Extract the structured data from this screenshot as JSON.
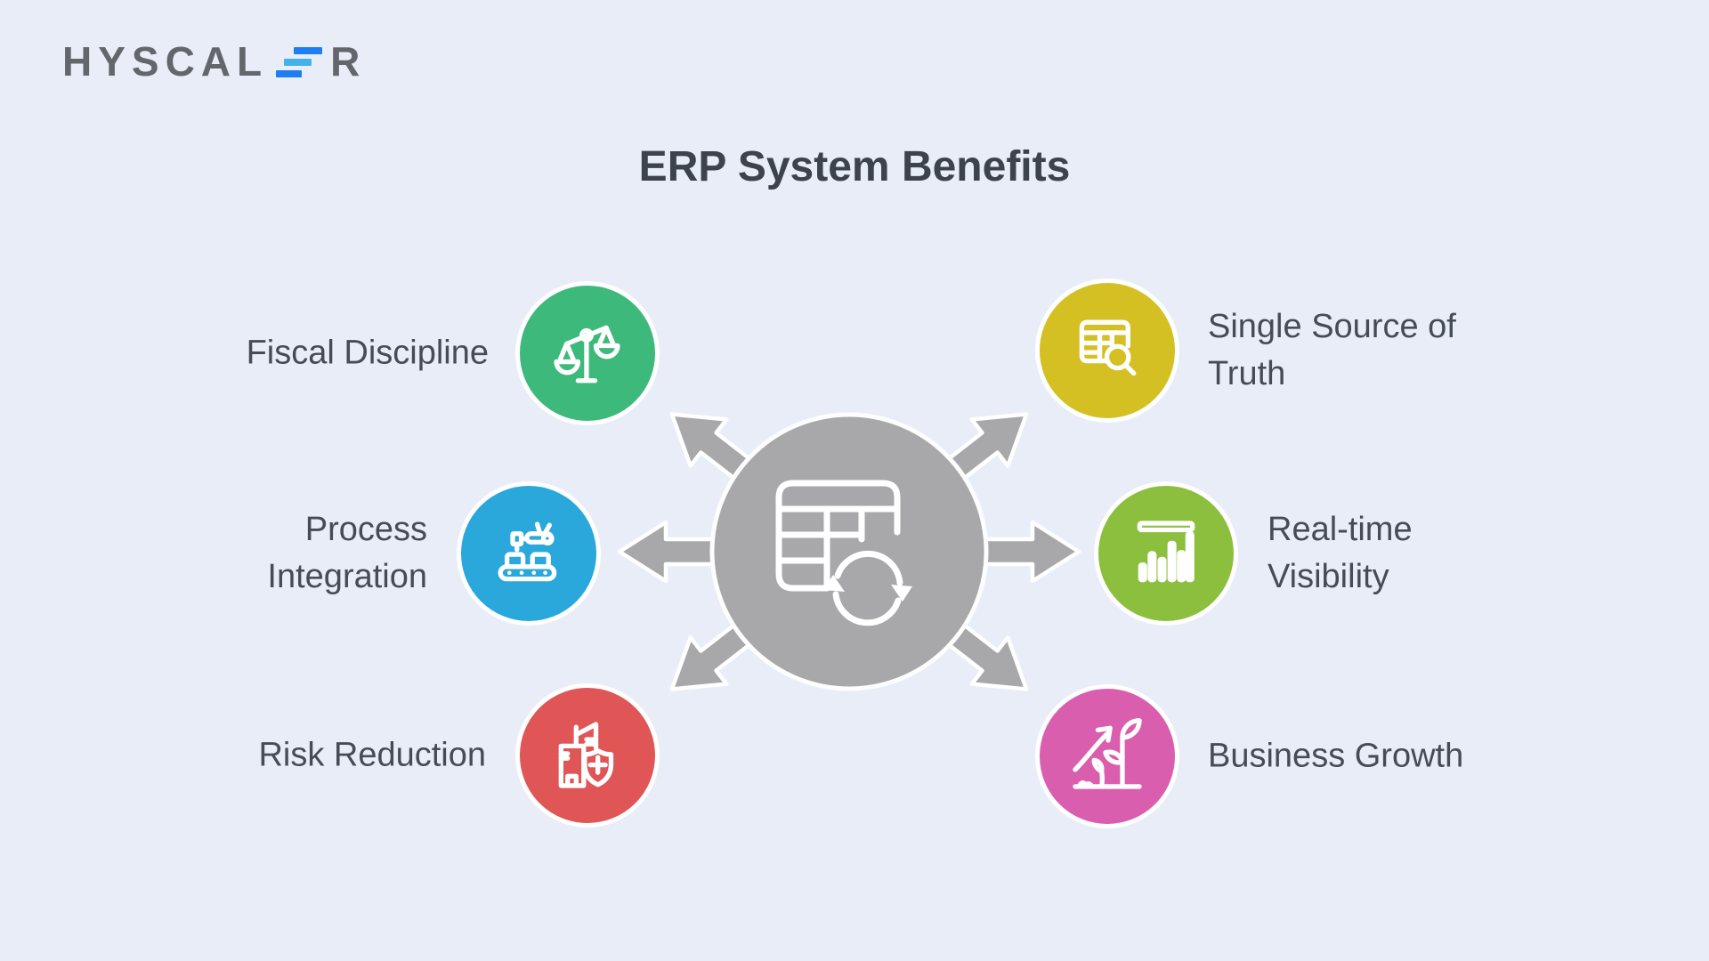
{
  "logo": {
    "part1": "HYSCAL",
    "part2": "R",
    "full_text": "HYSCALER",
    "letter_color": "#63676c",
    "bar_blue": "#1d7df2",
    "bar_cyan": "#46b0e8"
  },
  "title": "ERP System Benefits",
  "background_color": "#e9edf8",
  "text_color": "#464c55",
  "center": {
    "name": "erp-core",
    "icon": "table-sync-icon",
    "color": "#a8a8ab",
    "ring_color": "#ffffff"
  },
  "benefits": [
    {
      "id": "fiscal-discipline",
      "label": "Fiscal Discipline",
      "icon": "balance-scale-icon",
      "color": "#3db97c",
      "side": "left"
    },
    {
      "id": "process-integration",
      "label": "Process Integration",
      "icon": "conveyor-robot-icon",
      "color": "#2aa8db",
      "side": "left"
    },
    {
      "id": "risk-reduction",
      "label": "Risk Reduction",
      "icon": "building-shield-icon",
      "color": "#e05555",
      "side": "left"
    },
    {
      "id": "single-source-of-truth",
      "label": "Single Source of Truth",
      "icon": "table-search-icon",
      "color": "#d5c024",
      "side": "right"
    },
    {
      "id": "real-time-visibility",
      "label": "Real-time Visibility",
      "icon": "bar-chart-icon",
      "color": "#8cbf3e",
      "side": "right"
    },
    {
      "id": "business-growth",
      "label": "Business Growth",
      "icon": "plant-growth-icon",
      "color": "#d95fae",
      "side": "right"
    }
  ]
}
